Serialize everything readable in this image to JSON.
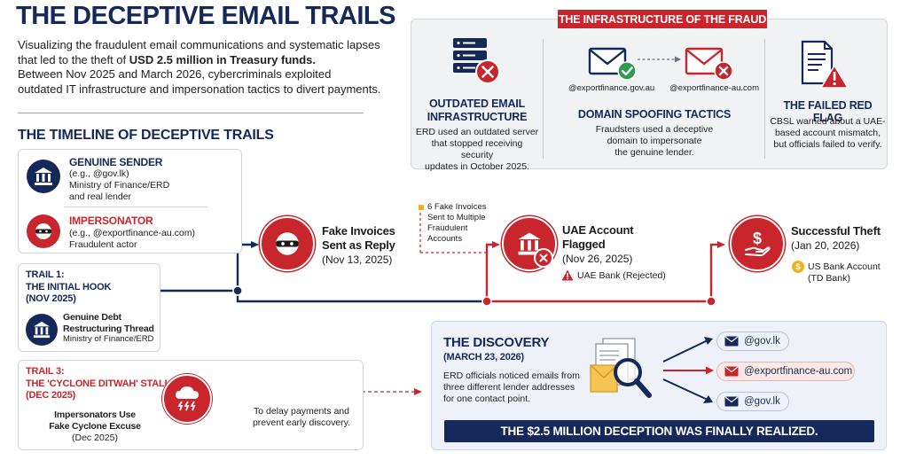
{
  "header": {
    "title": "THE DECEPTIVE EMAIL TRAILS",
    "intro_1a": "Visualizing the fraudulent email communications and systematic lapses",
    "intro_1b_prefix": "that led to the theft of ",
    "intro_1b_bold": "USD 2.5 million in Treasury funds.",
    "intro_2a": "Between Nov 2025 and March 2026, cybercriminals exploited",
    "intro_2b": "outdated IT infrastructure and impersonation tactics to divert payments."
  },
  "infrastructure": {
    "banner": "THE INFRASTRUCTURE OF THE FRAUD",
    "col1": {
      "title_1": "OUTDATED EMAIL",
      "title_2": "INFRASTRUCTURE",
      "desc_1": "ERD used an outdated server",
      "desc_2": "that stopped receiving security",
      "desc_3": "updates in October 2025."
    },
    "col2": {
      "domain_genuine": "@exportfinance.gov.au",
      "domain_fake": "@exportfinance-au.com",
      "title": "DOMAIN SPOOFING TACTICS",
      "desc_1": "Fraudsters used a deceptive",
      "desc_2": "domain to impersonate",
      "desc_3": "the genuine lender."
    },
    "col3": {
      "title": "THE FAILED RED FLAG",
      "desc_1": "CBSL warned about a UAE-",
      "desc_2": "based account mismatch,",
      "desc_3": "but officials failed to verify."
    }
  },
  "timeline": {
    "heading": "THE TIMELINE OF DECEPTIVE TRAILS",
    "legend": {
      "genuine_title": "GENUINE SENDER",
      "genuine_line1": "(e.g., @gov.lk)",
      "genuine_line2": "Ministry of Finance/ERD",
      "genuine_line3": "and real lender",
      "imp_title": "IMPERSONATOR",
      "imp_line1": "(e.g., @exportfinance-au.com)",
      "imp_line2": "Fraudulent actor"
    },
    "trail1": {
      "label_1": "TRAIL 1:",
      "label_2": "THE INITIAL HOOK",
      "label_3": "(NOV 2025)",
      "item_1": "Genuine Debt",
      "item_2": "Restructuring Thread",
      "item_3": "Ministry of Finance/ERD"
    },
    "trail3": {
      "label_1": "TRAIL 3:",
      "label_2": "THE 'CYCLONE DITWAH' STALL",
      "label_3": "(DEC 2025)",
      "item_1": "Impersonators Use",
      "item_2": "Fake Cyclone Excuse",
      "item_3": "(Dec 2025)",
      "note_1": "To delay payments and",
      "note_2": "prevent early discovery."
    },
    "events": {
      "fake_invoices": {
        "title_1": "Fake Invoices",
        "title_2": "Sent as Reply",
        "date": "(Nov 13, 2025)"
      },
      "multiple": {
        "line_1": "6 Fake Invoices",
        "line_2": "Sent to Multiple",
        "line_3": "Fraudulent",
        "line_4": "Accounts"
      },
      "uae": {
        "title_1": "UAE Account",
        "title_2": "Flagged",
        "date": "(Nov 26, 2025)",
        "note": "UAE Bank (Rejected)"
      },
      "theft": {
        "title": "Successful Theft",
        "date": "(Jan 20, 2026)",
        "note_1": "US Bank Account",
        "note_2": "(TD Bank)"
      }
    }
  },
  "discovery": {
    "title": "THE DISCOVERY",
    "date": "(MARCH 23, 2026)",
    "desc_1": "ERD officials noticed emails from",
    "desc_2": "three different lender addresses",
    "desc_3": "for one contact point.",
    "addresses": [
      "@gov.lk",
      "@exportfinance-au.com",
      "@gov.lk"
    ],
    "banner": "THE $2.5 MILLION DECEPTION WAS FINALLY REALIZED."
  },
  "colors": {
    "navy": "#14285a",
    "red": "#c8262c",
    "gray_panel": "#f1f2f4",
    "discovery_bg": "#eef2f8"
  }
}
